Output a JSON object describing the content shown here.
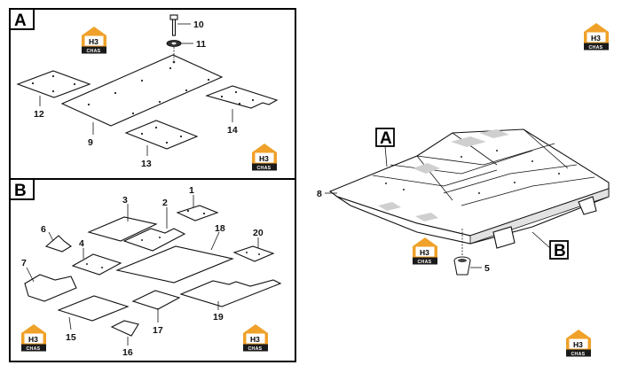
{
  "colors": {
    "logo_orange": "#f0a12a",
    "logo_dark": "#1a1a1a",
    "line": "#111111",
    "shade": "#cfcfcf"
  },
  "logo": {
    "top_text": "H3",
    "bottom_text": "CHAS",
    "icon": "house-logo-icon"
  },
  "section_a": {
    "label": "A",
    "callouts": {
      "c9": "9",
      "c10": "10",
      "c11": "11",
      "c12": "12",
      "c13": "13",
      "c14": "14"
    }
  },
  "section_b": {
    "label": "B",
    "callouts": {
      "c1": "1",
      "c2": "2",
      "c3": "3",
      "c4": "4",
      "c6": "6",
      "c7": "7",
      "c15": "15",
      "c16": "16",
      "c17": "17",
      "c18": "18",
      "c19": "19",
      "c20": "20"
    }
  },
  "assembly": {
    "label_a": "A",
    "label_b": "B",
    "callouts": {
      "c5": "5",
      "c8": "8"
    }
  }
}
